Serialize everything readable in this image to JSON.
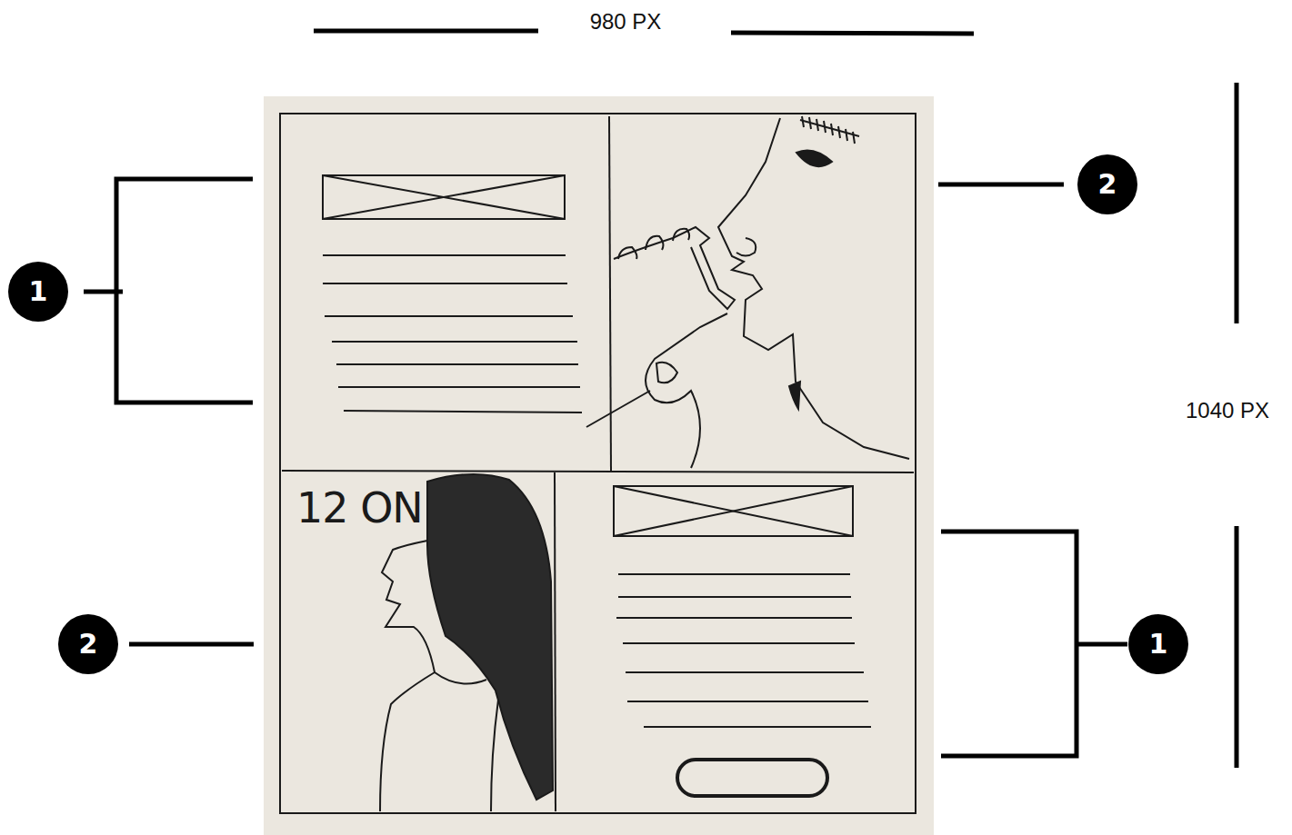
{
  "diagram": {
    "labels": [
      "980 PX",
      "2",
      "1",
      "1040 PX",
      "12 ON",
      "2",
      "1"
    ]
  }
}
